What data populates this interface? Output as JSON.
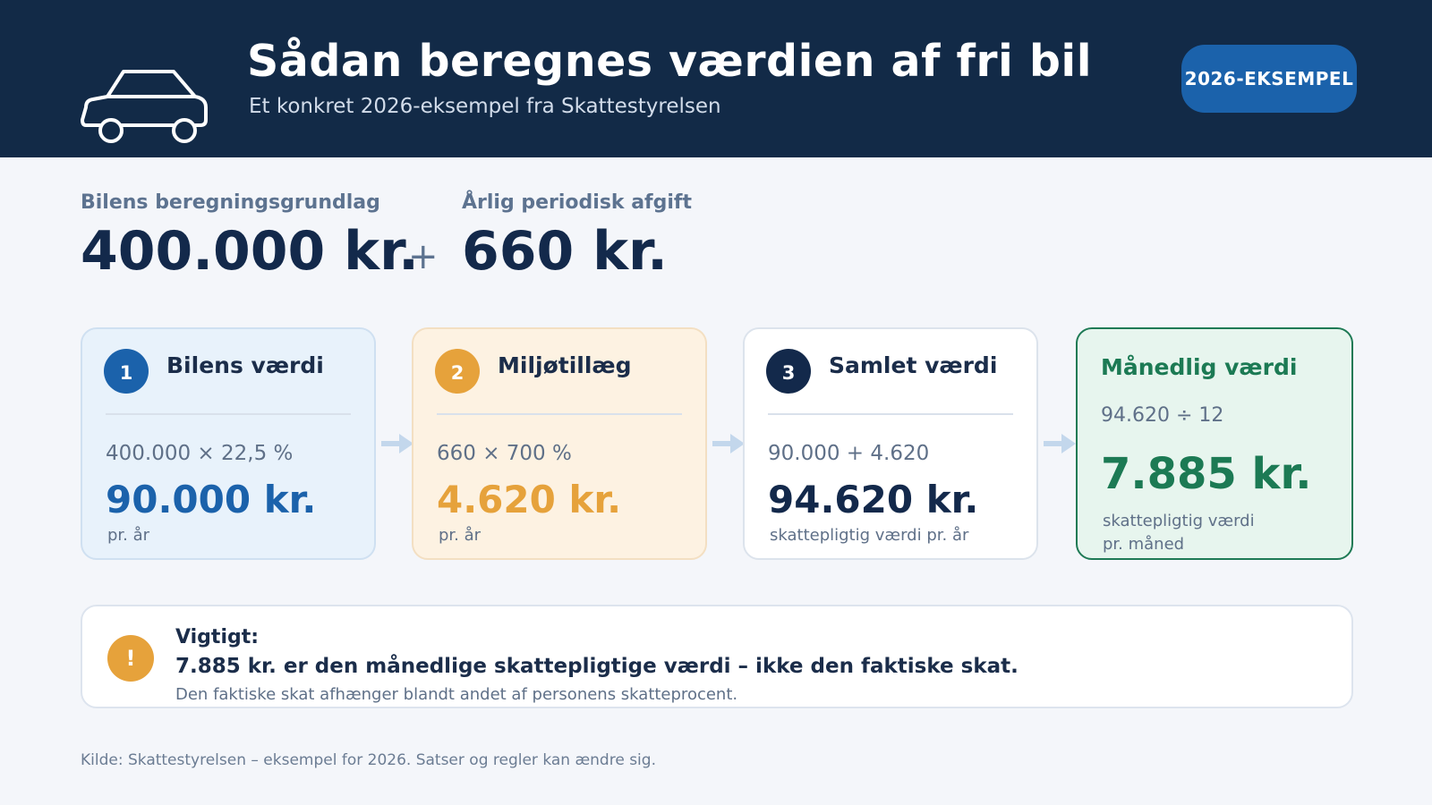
{
  "header": {
    "title": "Sådan beregnes værdien af fri bil",
    "subtitle": "Et konkret 2026-eksempel fra Skattestyrelsen",
    "badge": "2026-EKSEMPEL",
    "icon": "car-icon"
  },
  "basis": {
    "items": [
      {
        "label": "Bilens beregningsgrundlag",
        "value": "400.000 kr."
      },
      {
        "label": "Årlig periodisk afgift",
        "value": "660 kr."
      }
    ],
    "operator": "+"
  },
  "steps": [
    {
      "number": "1",
      "title": "Bilens værdi",
      "formula": "400.000 × 22,5 %",
      "result": "90.000 kr.",
      "unit": "pr. år",
      "color": "#1b62ab",
      "bg": "#e8f2fb",
      "border": "#cfe0f1"
    },
    {
      "number": "2",
      "title": "Miljøtillæg",
      "formula": "660 × 700 %",
      "result": "4.620 kr.",
      "unit": "pr. år",
      "color": "#e6a23b",
      "bg": "#fdf2e2",
      "border": "#f3dfc2"
    },
    {
      "number": "3",
      "title": "Samlet værdi",
      "formula": "90.000 + 4.620",
      "result": "94.620 kr.",
      "unit": "skattepligtig værdi pr. år",
      "color": "#13294b",
      "bg": "#ffffff",
      "border": "#dce3ec"
    }
  ],
  "monthly": {
    "title": "Månedlig værdi",
    "formula": "94.620 ÷ 12",
    "result": "7.885 kr.",
    "unit_line1": "skattepligtig værdi",
    "unit_line2": "pr. måned",
    "color": "#1c7a54"
  },
  "notice": {
    "icon": "!",
    "title": "Vigtigt:",
    "main": "7.885 kr. er den månedlige skattepligtige værdi – ikke den faktiske skat.",
    "sub": "Den faktiske skat afhænger blandt andet af personens skatteprocent."
  },
  "source": "Kilde: Skattestyrelsen – eksempel for 2026. Satser og regler kan ændre sig.",
  "colors": {
    "header_bg": "#122a47",
    "badge_bg": "#1b62ab",
    "arrow": "#c3d7ec"
  }
}
